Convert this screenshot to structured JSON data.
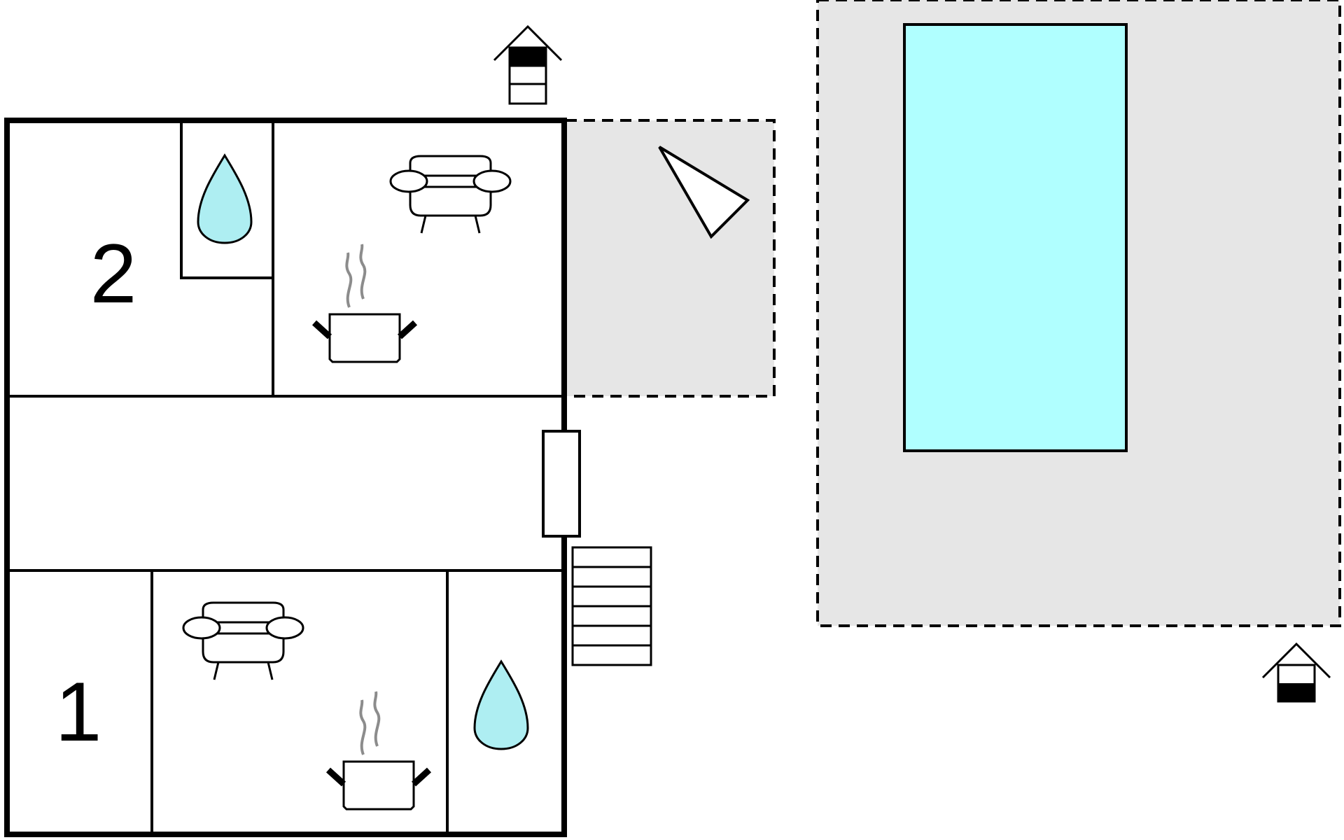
{
  "floorplan": {
    "rooms": [
      {
        "label": "2",
        "type": "bedroom"
      },
      {
        "label": "1",
        "type": "bedroom"
      }
    ],
    "icons": [
      "bathroom-drop-icon",
      "sofa-icon",
      "cooking-pot-icon",
      "parasol-icon",
      "door-icon",
      "stairs-icon",
      "house-entrance-icon"
    ],
    "colors": {
      "wall": "#000000",
      "outdoor_area": "#e6e6e6",
      "pool": "#b0ffff",
      "water_drop": "#aeeef2",
      "steam": "#8c8c8c"
    }
  }
}
